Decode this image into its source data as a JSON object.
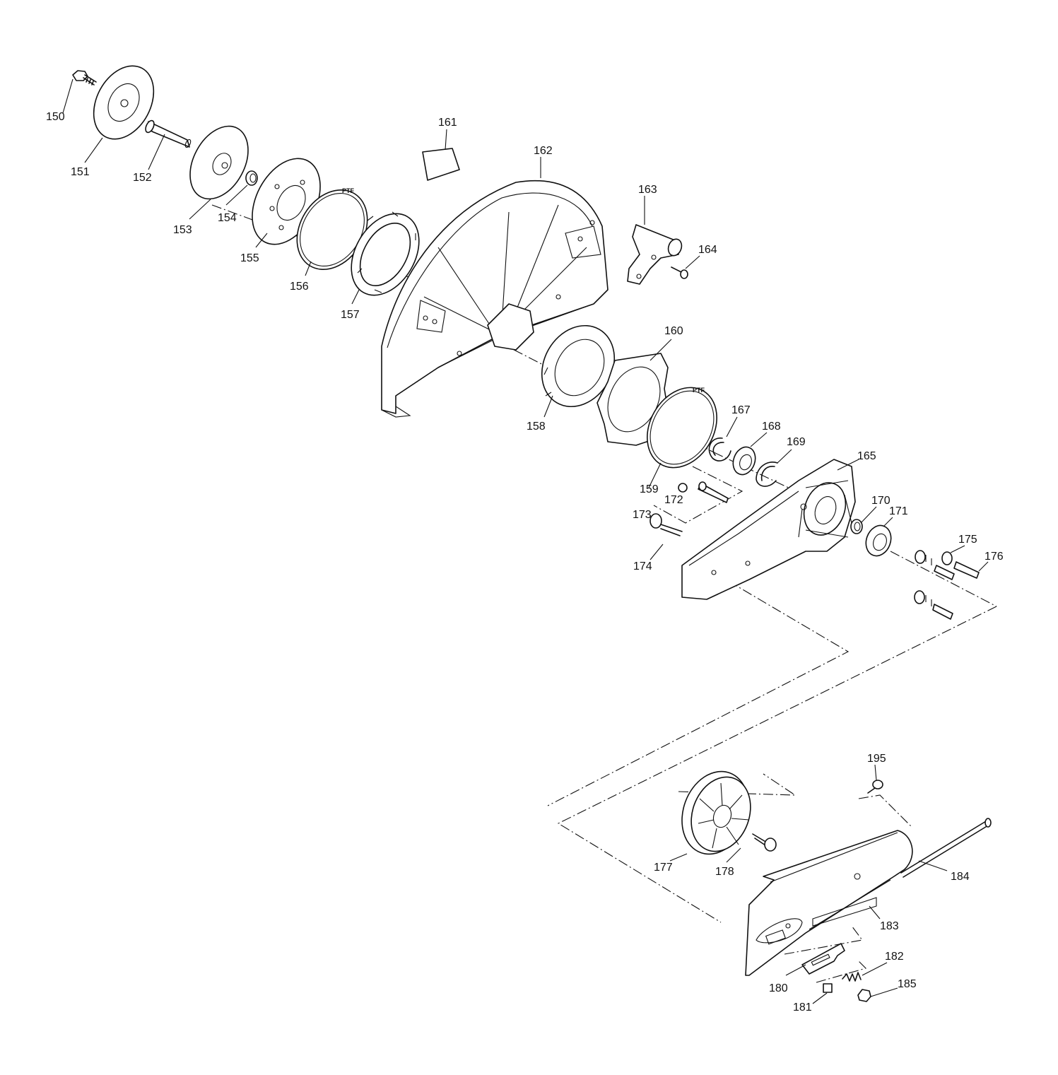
{
  "diagram": {
    "labels": {
      "p150": "150",
      "p151": "151",
      "p152": "152",
      "p153": "153",
      "p154": "154",
      "p155": "155",
      "p156": "156",
      "p157": "157",
      "p158": "158",
      "p159": "159",
      "p160": "160",
      "p161": "161",
      "p162": "162",
      "p163": "163",
      "p164": "164",
      "p165": "165",
      "p167": "167",
      "p168": "168",
      "p169": "169",
      "p170": "170",
      "p171": "171",
      "p172": "172",
      "p173": "173",
      "p174": "174",
      "p175": "175",
      "p176": "176",
      "p177": "177",
      "p178": "178",
      "p180": "180",
      "p181": "181",
      "p182": "182",
      "p183": "183",
      "p184": "184",
      "p185": "185",
      "p195": "195"
    },
    "ring_marking": "PTF"
  }
}
